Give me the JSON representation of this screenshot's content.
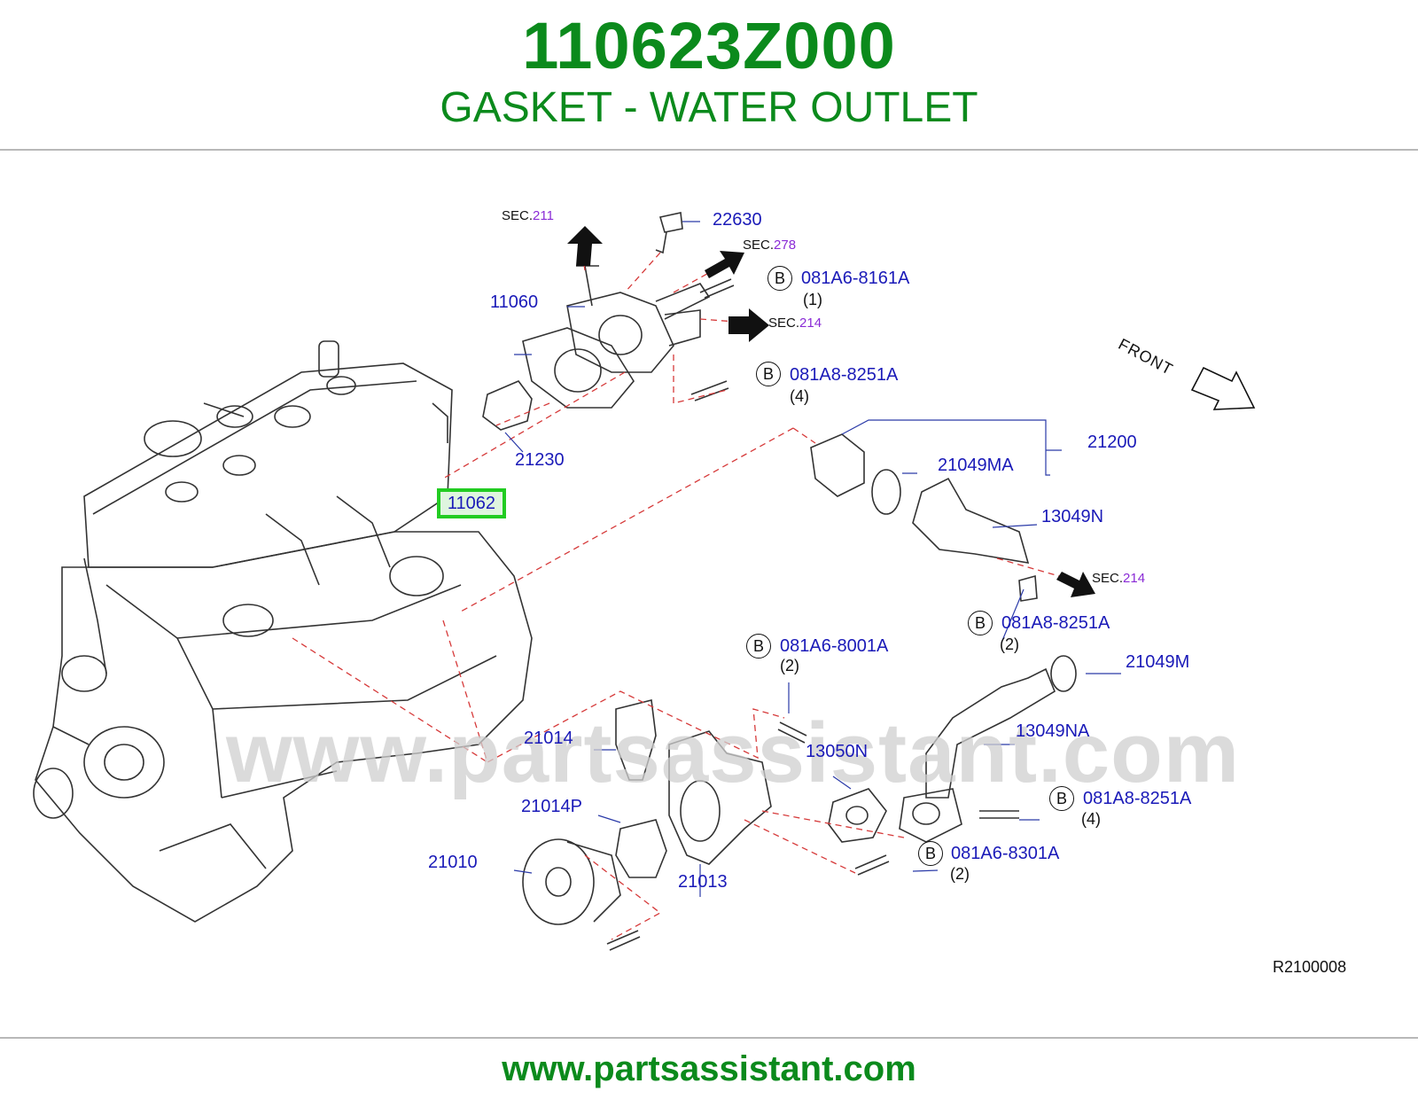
{
  "header": {
    "part_number": "110623Z000",
    "part_name": "GASKET - WATER OUTLET"
  },
  "diagram": {
    "watermark": "www.partsassistant.com",
    "front_label": "FRONT",
    "ref_code": "R2100008",
    "highlighted_part": "11062",
    "parts": {
      "p22630": "22630",
      "p11060": "11060",
      "p21230": "21230",
      "p21200": "21200",
      "p21049MA": "21049MA",
      "p13049N": "13049N",
      "p21049M": "21049M",
      "p13049NA": "13049NA",
      "p21014": "21014",
      "p13050N": "13050N",
      "p21014P": "21014P",
      "p21010": "21010",
      "p21013": "21013"
    },
    "bolts": [
      {
        "circle": "B",
        "code": "081A6-8161A",
        "qty": "(1)"
      },
      {
        "circle": "B",
        "code": "081A8-8251A",
        "qty": "(4)"
      },
      {
        "circle": "B",
        "code": "081A8-8251A",
        "qty": "(2)"
      },
      {
        "circle": "B",
        "code": "081A6-8001A",
        "qty": "(2)"
      },
      {
        "circle": "B",
        "code": "081A8-8251A",
        "qty": "(4)"
      },
      {
        "circle": "B",
        "code": "081A6-8301A",
        "qty": "(2)"
      }
    ],
    "sections": [
      {
        "prefix": "SEC.",
        "num": "211"
      },
      {
        "prefix": "SEC.",
        "num": "278"
      },
      {
        "prefix": "SEC.",
        "num": "214"
      },
      {
        "prefix": "SEC.",
        "num": "214"
      }
    ]
  },
  "footer": {
    "url": "www.partsassistant.com"
  }
}
